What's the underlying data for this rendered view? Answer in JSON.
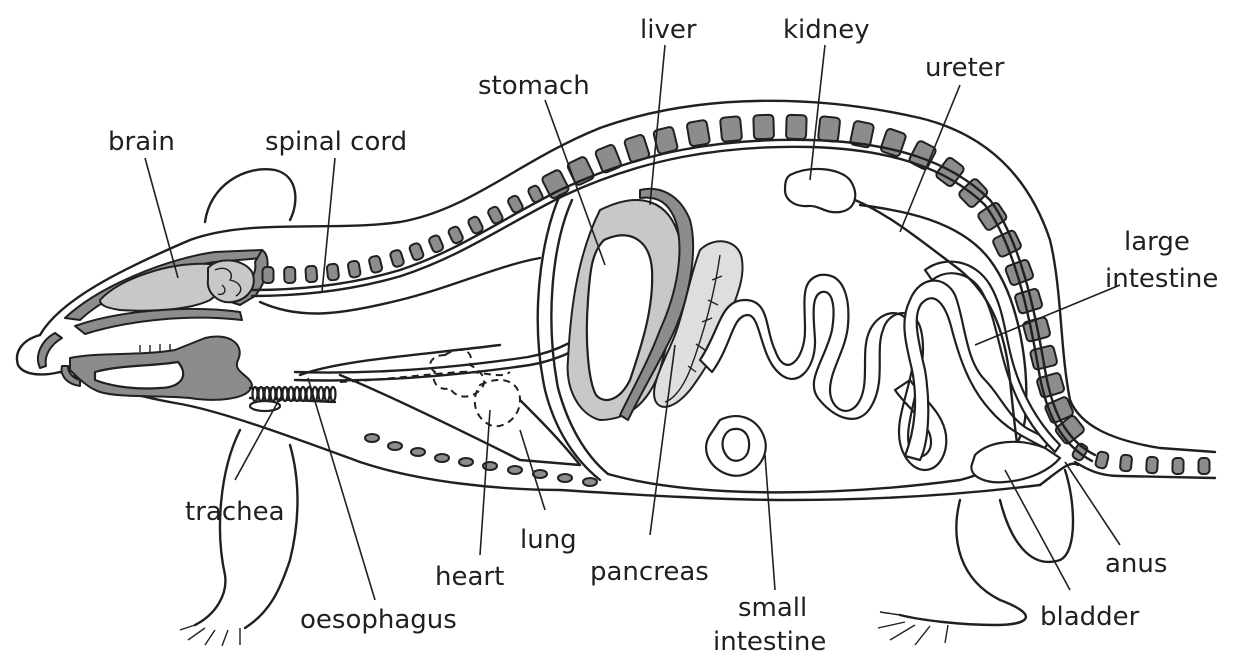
{
  "diagram": {
    "labels": {
      "brain": "brain",
      "spinal_cord": "spinal cord",
      "stomach": "stomach",
      "liver": "liver",
      "kidney": "kidney",
      "ureter": "ureter",
      "large_intestine_1": "large",
      "large_intestine_2": "intestine",
      "trachea": "trachea",
      "oesophagus": "oesophagus",
      "heart": "heart",
      "lung": "lung",
      "pancreas": "pancreas",
      "small_intestine_1": "small",
      "small_intestine_2": "intestine",
      "bladder": "bladder",
      "anus": "anus"
    },
    "colors": {
      "outline": "#231f20",
      "bone_grey": "#8c8c8c",
      "organ_light_grey": "#c8c8c8",
      "background": "#ffffff"
    }
  }
}
